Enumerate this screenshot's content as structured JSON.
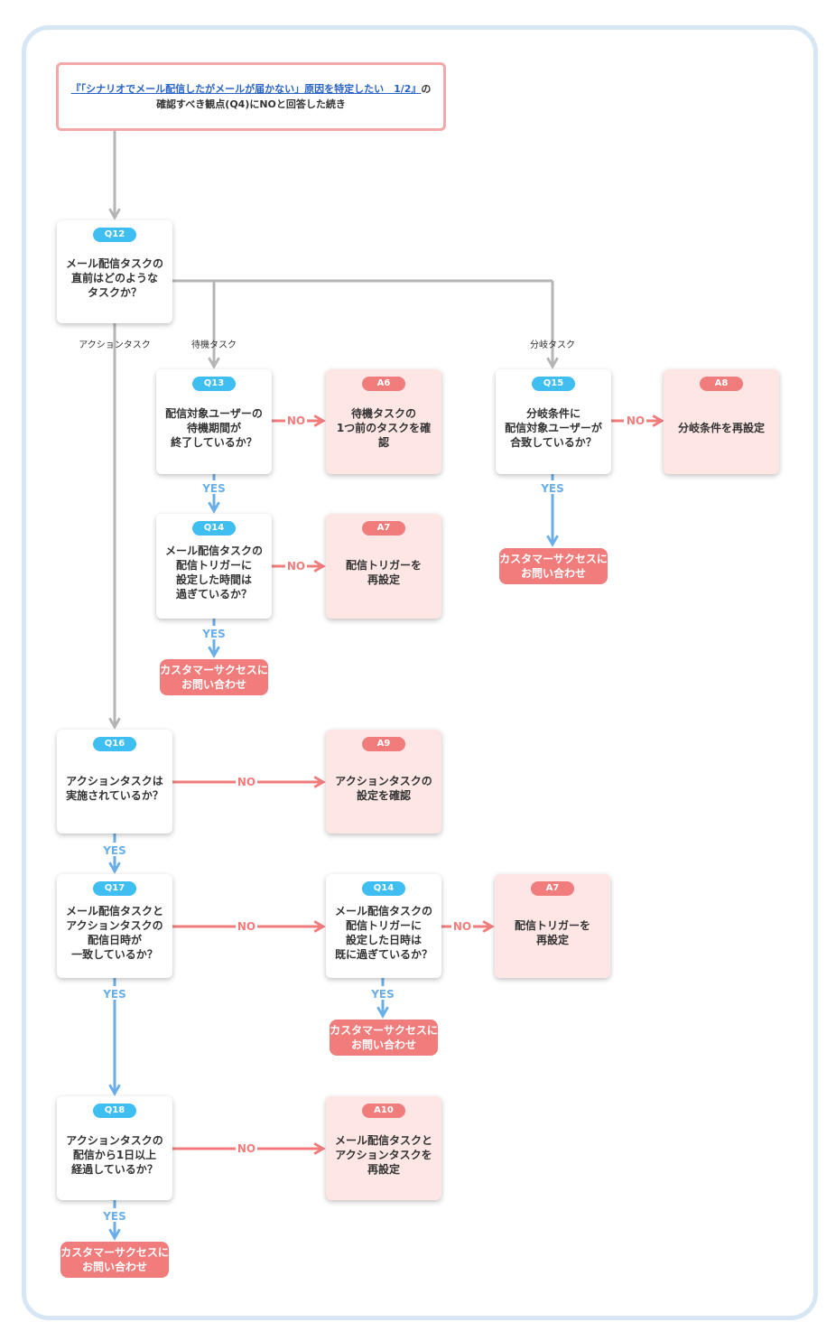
{
  "header": {
    "link_text": "『「シナリオでメール配信したがメールが届かない」原因を特定したい　1/2』",
    "after_link": "の",
    "line2": "確認すべき観点(Q4)にNOと回答した続き"
  },
  "colors": {
    "gray": "#b5b5b5",
    "yes": "#6aaee8",
    "no": "#f07c7c",
    "question_badge": "#3fbef2",
    "answer_badge": "#f07c7c",
    "answer_fill": "#fde6e4",
    "frame": "#d7e6f4"
  },
  "labels": {
    "yes": "YES",
    "no": "NO"
  },
  "branches": {
    "action": "アクションタスク",
    "wait": "待機タスク",
    "split": "分岐タスク"
  },
  "nodes": {
    "q12": {
      "badge": "Q12",
      "text": "メール配信タスクの\n直前はどのような\nタスクか？"
    },
    "q13": {
      "badge": "Q13",
      "text": "配信対象ユーザーの\n待機期間が\n終了しているか？"
    },
    "a6": {
      "badge": "A6",
      "text": "待機タスクの\n1つ前のタスクを確認"
    },
    "q15": {
      "badge": "Q15",
      "text": "分岐条件に\n配信対象ユーザーが\n合致しているか？"
    },
    "a8": {
      "badge": "A8",
      "text": "分岐条件を再設定"
    },
    "q14a": {
      "badge": "Q14",
      "text": "メール配信タスクの\n配信トリガーに\n設定した時間は\n過ぎているか？"
    },
    "a7a": {
      "badge": "A7",
      "text": "配信トリガーを\n再設定"
    },
    "q16": {
      "badge": "Q16",
      "text": "アクションタスクは\n実施されているか？"
    },
    "a9": {
      "badge": "A9",
      "text": "アクションタスクの\n設定を確認"
    },
    "q17": {
      "badge": "Q17",
      "text": "メール配信タスクと\nアクションタスクの\n配信日時が\n一致しているか？"
    },
    "q14b": {
      "badge": "Q14",
      "text": "メール配信タスクの\n配信トリガーに\n設定した日時は\n既に過ぎているか？"
    },
    "a7b": {
      "badge": "A7",
      "text": "配信トリガーを\n再設定"
    },
    "q18": {
      "badge": "Q18",
      "text": "アクションタスクの\n配信から1日以上\n経過しているか？"
    },
    "a10": {
      "badge": "A10",
      "text": "メール配信タスクと\nアクションタスクを\n再設定"
    }
  },
  "contact": {
    "text": "カスタマーサクセスに\nお問い合わせ"
  }
}
